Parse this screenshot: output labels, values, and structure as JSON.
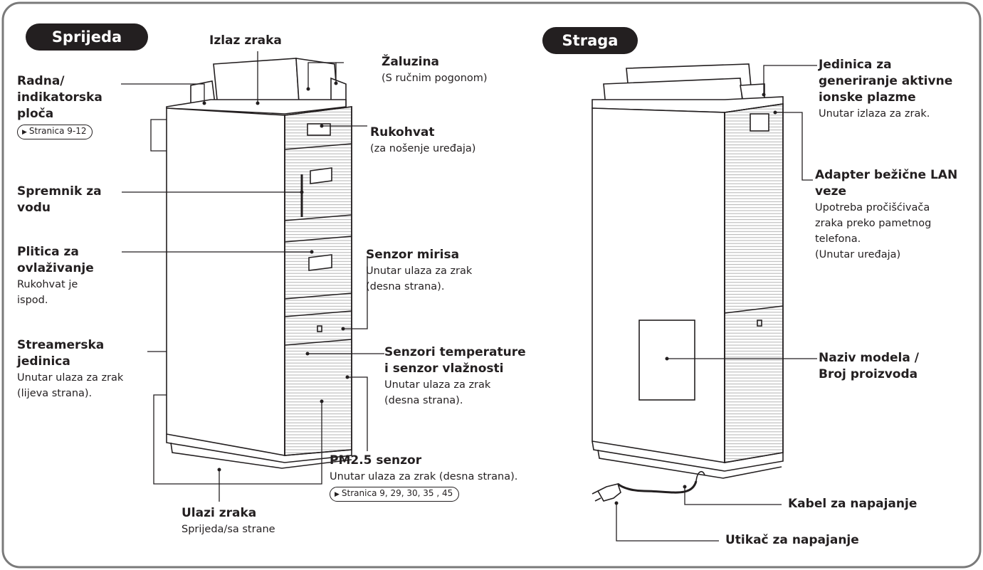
{
  "sections": {
    "front": "Sprijeda",
    "back": "Straga"
  },
  "front": {
    "air_outlet": {
      "title": "Izlaz zraka"
    },
    "louver": {
      "title": "Žaluzina",
      "desc": "(S ručnim pogonom)"
    },
    "panel": {
      "title1": "Radna/",
      "title2": "indikatorska",
      "title3": "ploča",
      "ref": "Stranica 9-12"
    },
    "handle": {
      "title": "Rukohvat",
      "desc": "(za nošenje uređaja)"
    },
    "tank": {
      "title1": "Spremnik za",
      "title2": "vodu"
    },
    "tray": {
      "title1": "Plitica za",
      "title2": "ovlaživanje",
      "desc1": "Rukohvat je",
      "desc2": "ispod."
    },
    "odor": {
      "title": "Senzor mirisa",
      "desc1": "Unutar ulaza za zrak",
      "desc2": "(desna strana)."
    },
    "streamer": {
      "title1": "Streamerska",
      "title2": "jedinica",
      "desc1": "Unutar ulaza za zrak",
      "desc2": "(lijeva strana)."
    },
    "temp": {
      "title1": "Senzori temperature",
      "title2": "i senzor vlažnosti",
      "desc1": "Unutar ulaza za zrak",
      "desc2": "(desna strana)."
    },
    "pm25": {
      "title": "PM2.5 senzor",
      "desc": "Unutar ulaza za zrak (desna strana).",
      "ref": "Stranica 9, 29, 30, 35 , 45"
    },
    "inlets": {
      "title": "Ulazi zraka",
      "desc": "Sprijeda/sa strane"
    }
  },
  "back": {
    "ion": {
      "title1": "Jedinica za",
      "title2": "generiranje aktivne",
      "title3": "ionske plazme",
      "desc": "Unutar izlaza za zrak."
    },
    "lan": {
      "title1": "Adapter bežične LAN",
      "title2": "veze",
      "desc1": "Upotreba pročišćivača",
      "desc2": "zraka preko pametnog",
      "desc3": "telefona.",
      "desc4": "(Unutar uređaja)"
    },
    "model": {
      "title1": "Naziv modela /",
      "title2": "Broj proizvoda"
    },
    "cable": {
      "title": "Kabel za napajanje"
    },
    "plug": {
      "title": "Utikač za napajanje"
    }
  }
}
